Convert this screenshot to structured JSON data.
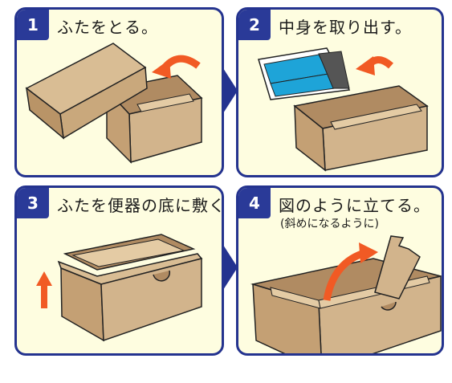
{
  "steps": [
    {
      "number": "1",
      "title": "ふたをとる。"
    },
    {
      "number": "2",
      "title": "中身を取り出す。"
    },
    {
      "number": "3",
      "title": "ふたを便器の底に敷く。"
    },
    {
      "number": "4",
      "title": "図のように立てる。",
      "subtitle": "(斜めになるように)"
    }
  ],
  "colors": {
    "frame": "#24338f",
    "panel_bg": "#fefde0",
    "box": "#d2b48c",
    "box_dark": "#b08b62",
    "arrow": "#f15a24",
    "accent_blue": "#1ea4d8"
  }
}
